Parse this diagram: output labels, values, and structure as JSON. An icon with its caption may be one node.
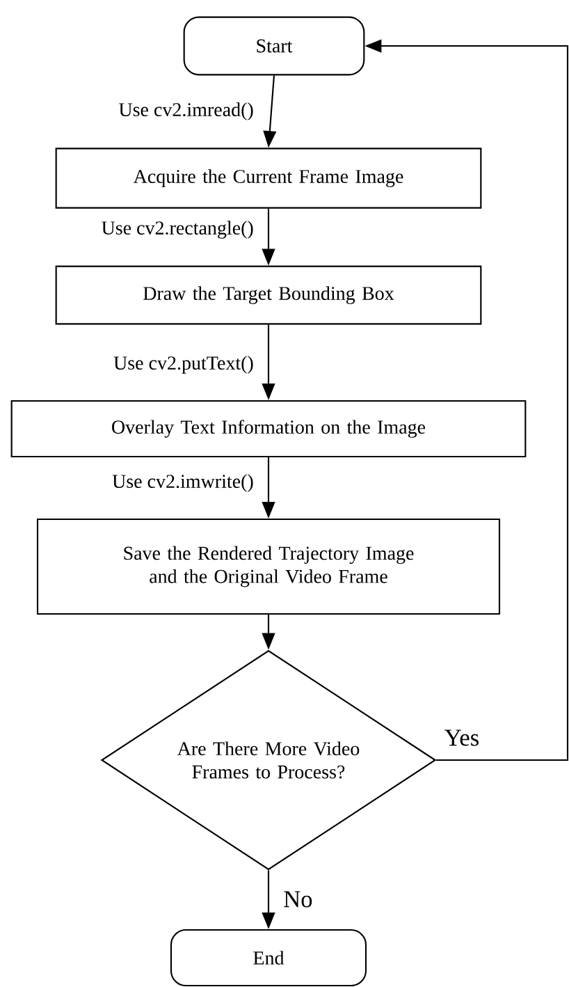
{
  "diagram": {
    "nodes": [
      {
        "text": [
          "Start"
        ]
      },
      {
        "text": [
          "Acquire the Current Frame Image"
        ]
      },
      {
        "text": [
          "Draw the Target Bounding Box"
        ]
      },
      {
        "text": [
          "Overlay Text Information on the Image"
        ]
      },
      {
        "text": [
          "Save the Rendered Trajectory Image and the Original Video Frame"
        ]
      },
      {
        "text": [
          "Are There More Video Frames to Process?"
        ]
      },
      {
        "text": [
          "End"
        ]
      }
    ],
    "edges": [
      {
        "from": 0,
        "to": 1,
        "arrow": "to",
        "label": "Use cv2.imread()"
      },
      {
        "from": 1,
        "to": 2,
        "arrow": "to",
        "label": "Use cv2.rectangle()"
      },
      {
        "from": 2,
        "to": 3,
        "arrow": "to",
        "label": "Use cv2.putText()"
      },
      {
        "from": 3,
        "to": 4,
        "arrow": "to",
        "label": "Use cv2.imwrite()"
      },
      {
        "from": 4,
        "to": 5,
        "arrow": "to"
      },
      {
        "from": 5,
        "to": 6,
        "arrow": "to",
        "label": "No"
      },
      {
        "from": 5,
        "to": 0,
        "arrow": "to",
        "label": "Yes"
      }
    ]
  }
}
